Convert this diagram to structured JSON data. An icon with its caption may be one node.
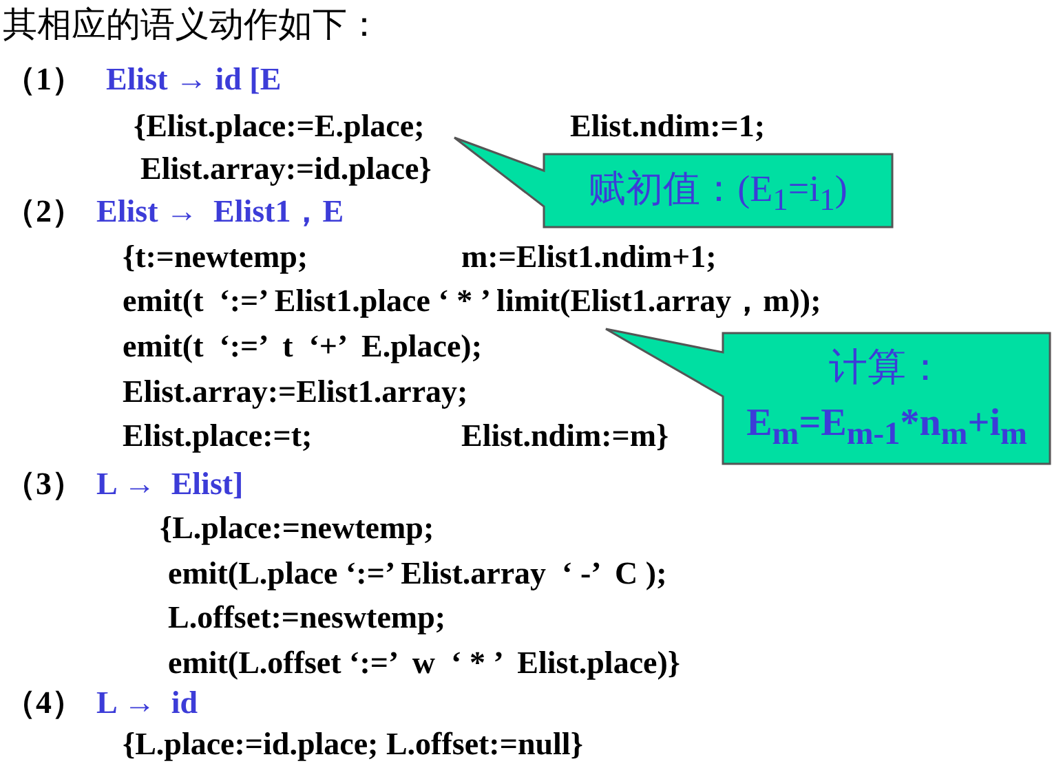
{
  "diagram": {
    "title": "其相应的语义动作如下：",
    "nodes": [
      {
        "text": [
          "赋初值：(E$_{1}$=i$_{1}$)"
        ]
      },
      {
        "text": [
          "计算：",
          "E$_{m}$=E$_{m-1}$*n$_{m}$+i$_{m}$"
        ]
      }
    ],
    "labels": [
      "（1）",
      "Elist → id [E",
      "{Elist.place:=E.place;",
      "Elist.ndim:=1;",
      "Elist.array:=id.place}",
      "（2）",
      "Elist →  Elist1，E",
      "{t:=newtemp;",
      "m:=Elist1.ndim+1;",
      "emit(t  ‘:=’ Elist1.place ‘ * ’ limit(Elist1.array，m));",
      "emit(t  ‘:=’  t  ‘+’  E.place);",
      "Elist.array:=Elist1.array;",
      "Elist.place:=t;",
      "Elist.ndim:=m}",
      "（3）",
      "L →  Elist]",
      "{L.place:=newtemp;",
      "emit(L.place ‘:=’ Elist.array  ‘ -’  C );",
      "L.offset:=neswtemp;",
      "emit(L.offset ‘:=’  w  ‘ * ’  Elist.place)}",
      "（4）",
      "L →  id",
      "{L.place:=id.place; L.offset:=null}"
    ]
  }
}
